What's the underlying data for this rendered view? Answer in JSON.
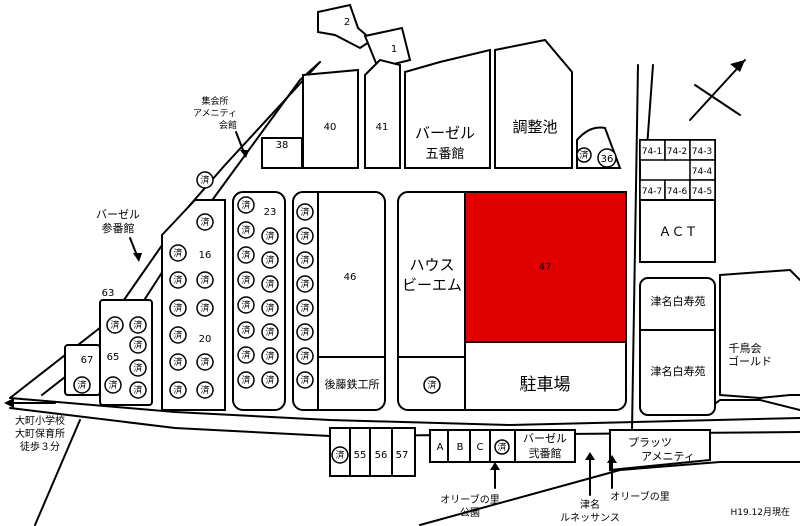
{
  "colors": {
    "highlight": "#e00000",
    "line": "#000000",
    "background": "#ffffff"
  },
  "compass": "north-arrow-icon",
  "lots": {
    "l1": "1",
    "l2": "2",
    "l16": "16",
    "l20": "20",
    "l23": "23",
    "l36": "36",
    "l38": "38",
    "l40": "40",
    "l41": "41",
    "l46": "46",
    "l47": "47",
    "l55": "55",
    "l56": "56",
    "l57": "57",
    "l63": "63",
    "l65": "65",
    "l67": "67",
    "la": "A",
    "lb": "B",
    "lc": "C",
    "l74_1": "74-1",
    "l74_2": "74-2",
    "l74_3": "74-3",
    "l74_4": "74-4",
    "l74_5": "74-5",
    "l74_6": "74-6",
    "l74_7": "74-7"
  },
  "done_mark": "済",
  "labels": {
    "basel5_1": "バーゼル",
    "basel5_2": "五番館",
    "pond": "調整池",
    "house_1": "ハウス",
    "house_2": "ビーエム",
    "parking": "駐車場",
    "goto": "後藤鉄工所",
    "act": "ＡＣＴ",
    "tsuna1": "津名白寿苑",
    "tsuna2": "津名白寿苑",
    "chidori_1": "千鳥会",
    "chidori_2": "ゴールド",
    "basel3_1": "バーゼル",
    "basel3_2": "参番館",
    "amenity_1": "集会所",
    "amenity_2": "アメニティ",
    "amenity_3": "会館",
    "basel2_1": "バーゼル",
    "basel2_2": "弐番館",
    "plats_1": "プラッツ",
    "plats_2": "アメニティ",
    "school_1": "大町小学校",
    "school_2": "大町保育所",
    "school_3": "徒歩３分",
    "olive_park_1": "オリーブの里",
    "olive_park_2": "公園",
    "renaissance_1": "津名",
    "renaissance_2": "ルネッサンス",
    "olive": "オリーブの里",
    "date": "H19.12月現在"
  }
}
